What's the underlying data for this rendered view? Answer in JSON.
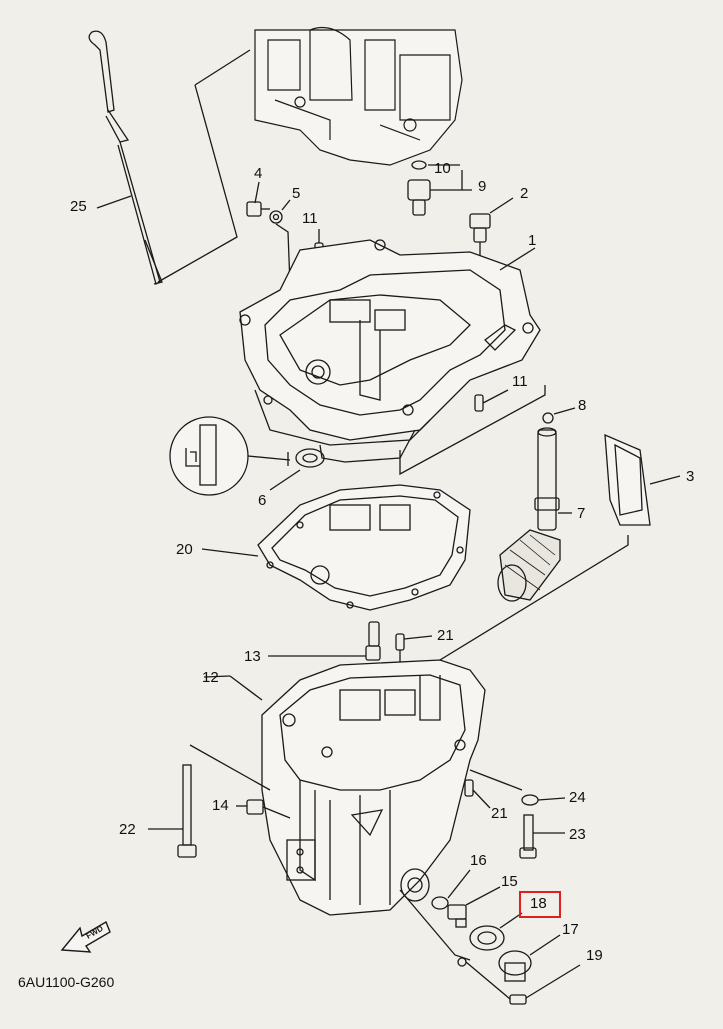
{
  "diagram_code": "6AU1100-G260",
  "fwd_label": "FWD",
  "highlight_color": "#e02020",
  "highlighted_part": "18",
  "callouts": [
    "1",
    "2",
    "3",
    "4",
    "5",
    "6",
    "7",
    "8",
    "9",
    "10",
    "11",
    "11",
    "12",
    "13",
    "14",
    "15",
    "16",
    "17",
    "18",
    "19",
    "20",
    "21",
    "21",
    "22",
    "23",
    "24",
    "25"
  ]
}
